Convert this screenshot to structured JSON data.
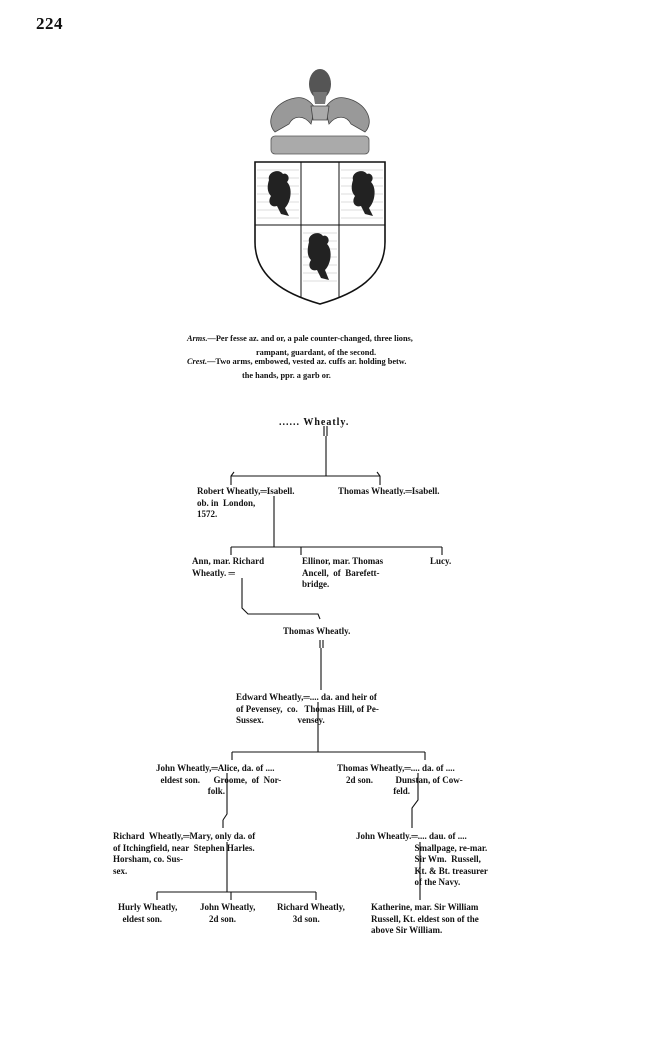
{
  "page": {
    "number": "224"
  },
  "arms": {
    "arms_label": "Arms.",
    "arms_line1": "—Per fesse az. and or, a pale counter-changed, three lions,",
    "arms_line2": "rampant, guardant, of the second.",
    "crest_label": "Crest.",
    "crest_line1": "—Two arms, embowed, vested az. cuffs ar. holding betw.",
    "crest_line2": "the hands, ppr. a garb or."
  },
  "pedigree": {
    "progenitor": "...... Wheatly.",
    "gen1": {
      "robert": "Robert Wheatly,═Isabell.\nob. in  London,\n1572.",
      "thomas": "Thomas Wheatly.═Isabell."
    },
    "gen2": {
      "ann": "Ann, mar. Richard\nWheatly. ═",
      "ellinor": "Ellinor, mar. Thomas\nAncell,  of  Barefett-\nbridge.",
      "lucy": "Lucy."
    },
    "gen3": {
      "thomas": "Thomas Wheatly."
    },
    "gen4": {
      "edward": "Edward Wheatly,═.... da. and heir of\nof Pevensey,  co.   Thomas Hill, of Pe-\nSussex.               vensey."
    },
    "gen5": {
      "john": "John Wheatly,═Alice, da. of ....\n  eldest son.      Groome,  of  Nor-\n                       folk.",
      "thomas": "Thomas Wheatly,═.... da. of ....\n    2d son.          Dunstan, of Cow-\n                         feld."
    },
    "gen6": {
      "richard": "Richard  Wheatly,═Mary, only da. of\nof Itchingfield, near  Stephen Harles.\nHorsham, co. Sus-\nsex.",
      "john": "John Wheatly.═.... dau. of ....\n                          Smallpage, re-mar.\n                          Sir Wm.  Russell,\n                          Kt. & Bt. treasurer\n                          of the Navy."
    },
    "gen7": {
      "hurly": "Hurly Wheatly,\n  eldest son.",
      "john": "John Wheatly,\n    2d son.",
      "richard": "Richard Wheatly,\n       3d son.",
      "katherine": "Katherine, mar. Sir William\nRussell, Kt. eldest son of the\nabove Sir William."
    }
  }
}
